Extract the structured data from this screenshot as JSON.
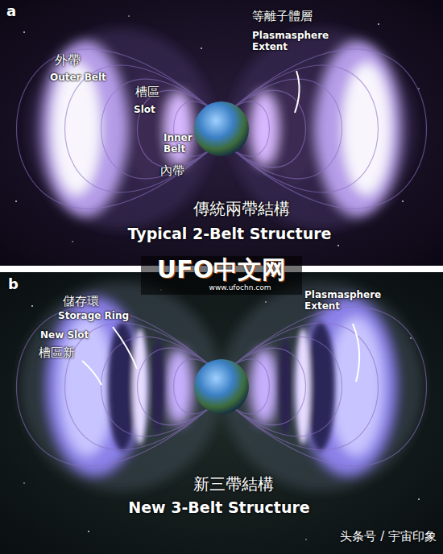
{
  "diagram": {
    "labels": [
      "a",
      "外帶",
      "Outer Belt",
      "槽區",
      "Slot",
      "Inner Belt",
      "內帶",
      "等離子體層",
      "Plasmasphere Extent",
      "傳統兩帶結構",
      "Typical 2-Belt Structure",
      "UFO中文网",
      "www.ufochn.com",
      "b",
      "儲存環",
      "Storage Ring",
      "New Slot",
      "槽區新",
      "Plasmasphere Extent",
      "新三帶結構",
      "New 3-Belt Structure",
      "头条号 / 宇宙印象"
    ]
  }
}
